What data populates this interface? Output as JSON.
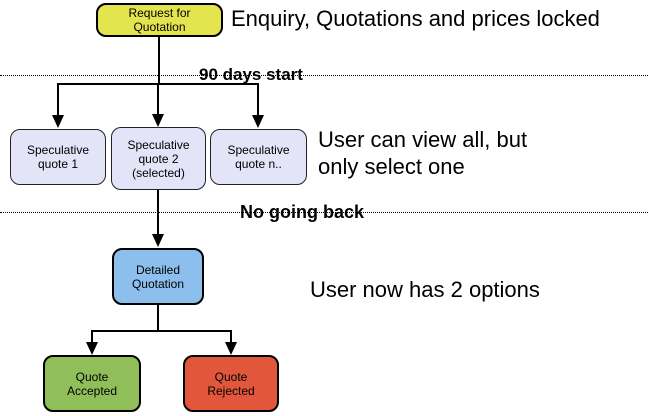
{
  "diagram": {
    "nodes": {
      "request_for_quotation": {
        "label": "Request for\nQuotation",
        "fill": "#e4e44e"
      },
      "speculative_quote_1": {
        "label": "Speculative\nquote 1",
        "fill": "#e4e4f8"
      },
      "speculative_quote_2": {
        "label": "Speculative\nquote 2\n(selected)",
        "fill": "#e4e4f8"
      },
      "speculative_quote_n": {
        "label": "Speculative\nquote n..",
        "fill": "#e4e4f8"
      },
      "detailed_quotation": {
        "label": "Detailed\nQuotation",
        "fill": "#8cbfee"
      },
      "quote_accepted": {
        "label": "Quote\nAccepted",
        "fill": "#90bf5a"
      },
      "quote_rejected": {
        "label": "Quote\nRejected",
        "fill": "#e2573b"
      }
    },
    "phase_labels": {
      "phase1": "90 days start",
      "phase2": "No going back"
    },
    "annotations": {
      "top": "Enquiry, Quotations and prices locked",
      "middle": "User can view all, but\nonly select one",
      "bottom": "User now has 2 options"
    },
    "colors": {
      "request_fill": "#e4e44e",
      "speculative_fill": "#e4e4f8",
      "detailed_fill": "#8cbfee",
      "accepted_fill": "#90bf5a",
      "rejected_fill": "#e2573b",
      "line": "#000000",
      "background": "#ffffff"
    }
  }
}
